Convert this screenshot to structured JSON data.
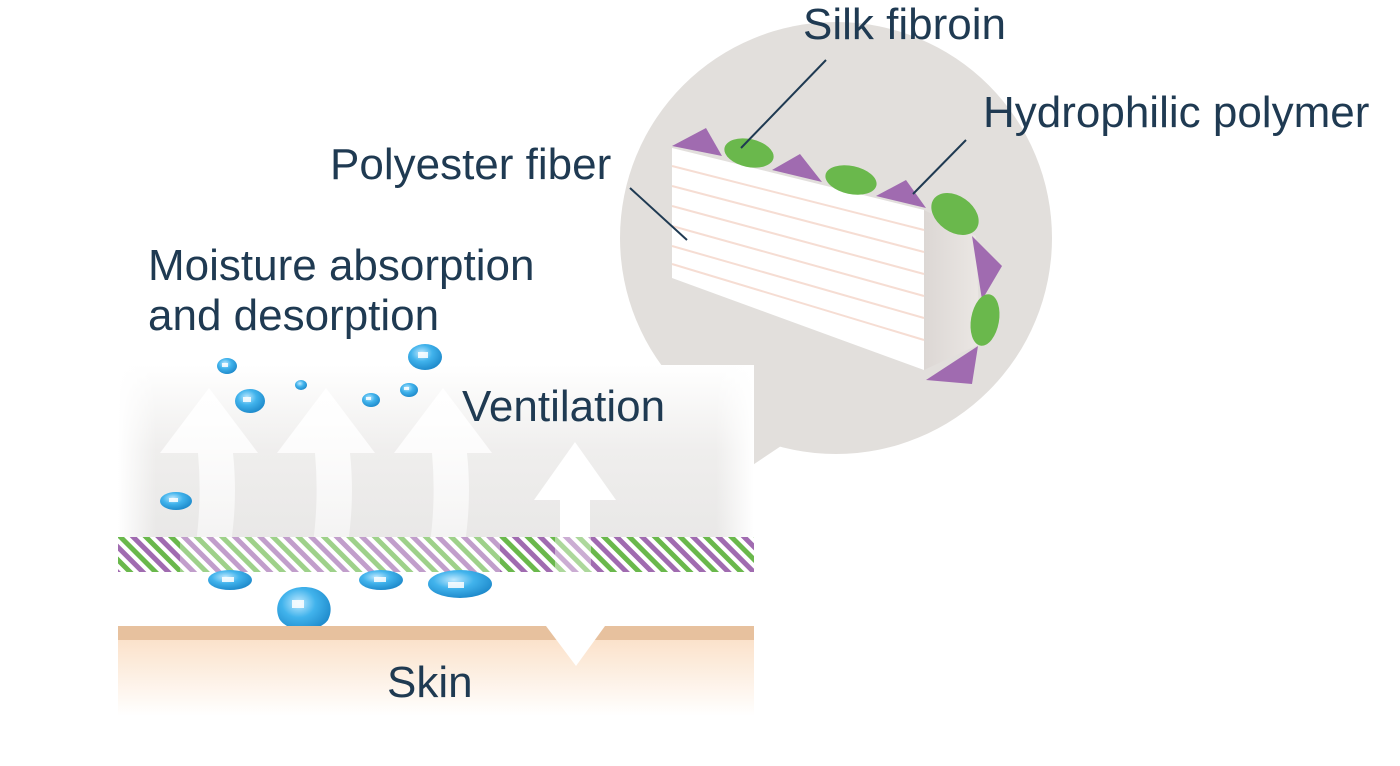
{
  "labels": {
    "silk_fibroin": "Silk fibroin",
    "hydrophilic_polymer": "Hydrophilic polymer",
    "polyester_fiber": "Polyester fiber",
    "moisture_line1": "Moisture absorption",
    "moisture_line2": "and desorption",
    "ventilation": "Ventilation",
    "skin": "Skin"
  },
  "colors": {
    "text": "#1f3a52",
    "silk_fibroin": "#6ab84c",
    "hydrophilic_polymer": "#a06bb0",
    "magnifier_circle": "#e2dfdc",
    "fiber_block": "#ffffff",
    "fiber_stripe": "#f6ddd3",
    "droplet": "#2a9fdc",
    "skin": "#e7c19e",
    "skin_fade": "#fde9d6",
    "arrow": "#ffffff"
  }
}
